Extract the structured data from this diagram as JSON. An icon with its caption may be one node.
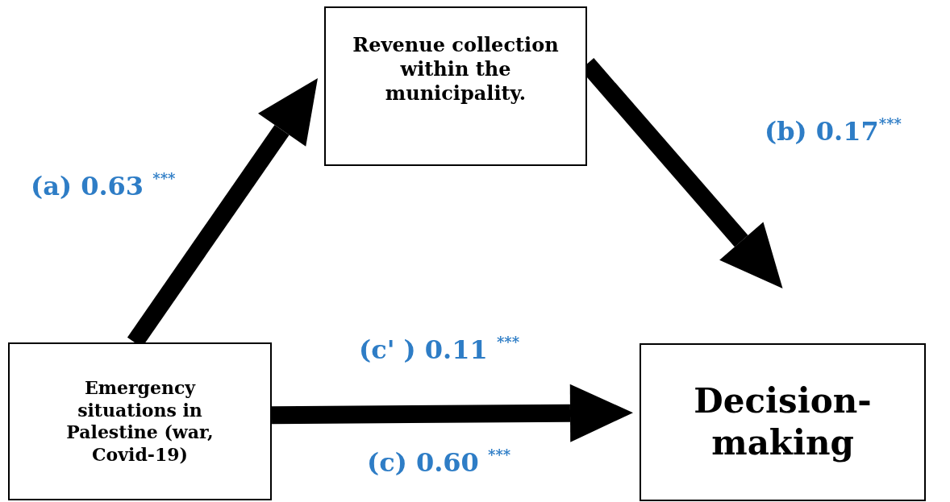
{
  "diagram": {
    "nodes": [
      {
        "text": [
          "Revenue collection within the municipality."
        ]
      },
      {
        "text": [
          "Emergency situations in Palestine (war, Covid-19)"
        ]
      },
      {
        "text": [
          "Decision-making"
        ]
      }
    ],
    "edges": [
      {
        "from": 1,
        "to": 0,
        "arrow": "to",
        "label": "(a) 0.63 $^{***}$"
      },
      {
        "from": 0,
        "to": 2,
        "arrow": "to",
        "label": "(b)  0.17$^{***}$"
      },
      {
        "from": 1,
        "to": 2,
        "arrow": "to",
        "label": "(c' ) 0.11 $^{***}$"
      }
    ],
    "labels": [
      "(c) 0.60 $^{***}$"
    ]
  }
}
